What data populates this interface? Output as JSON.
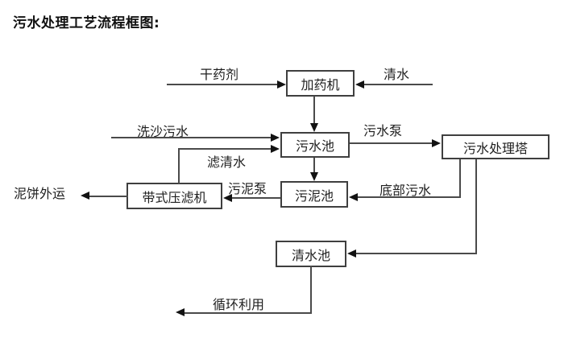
{
  "title": "污水处理工艺流程框图:",
  "colors": {
    "line": "#4a4a4a",
    "arrow": "#121212",
    "text": "#1f1f1f",
    "background": "#ffffff"
  },
  "diagram": {
    "type": "flowchart",
    "nodes": [
      {
        "id": "dosing-machine",
        "label": "加药机"
      },
      {
        "id": "sewage-pool",
        "label": "污水池"
      },
      {
        "id": "treatment-tower",
        "label": "污水处理塔"
      },
      {
        "id": "sludge-pool",
        "label": "污泥池"
      },
      {
        "id": "belt-filter-press",
        "label": "带式压滤机"
      },
      {
        "id": "clean-water-pool",
        "label": "清水池"
      }
    ],
    "edge_labels": [
      {
        "id": "dry-agent",
        "label": "干药剂",
        "flow": "干药剂 → 加药机"
      },
      {
        "id": "clean-water",
        "label": "清水",
        "flow": "清水 → 加药机"
      },
      {
        "id": "sand-wash",
        "label": "洗沙污水",
        "flow": "洗沙污水 → 污水池"
      },
      {
        "id": "sewage-pump",
        "label": "污水泵",
        "flow": "污水池 → 污水处理塔"
      },
      {
        "id": "filtered-water",
        "label": "滤清水",
        "flow": "带式压滤机 → 污水池"
      },
      {
        "id": "sludge-pump",
        "label": "污泥泵",
        "flow": "污泥池 → 带式压滤机"
      },
      {
        "id": "mud-cake-out",
        "label": "泥饼外运",
        "flow": "带式压滤机 → 外运"
      },
      {
        "id": "bottom-sewage",
        "label": "底部污水",
        "flow": "污水处理塔 → 污泥池"
      },
      {
        "id": "recycle",
        "label": "循环利用",
        "flow": "清水池 → 循环利用"
      }
    ],
    "unlabeled_edges": [
      "加药机 → 污水池",
      "污水池 → 污泥池",
      "污水处理塔 → 清水池"
    ]
  }
}
